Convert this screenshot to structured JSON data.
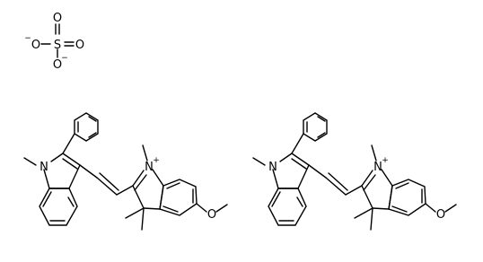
{
  "diagram": {
    "type": "chemical-structure",
    "line_color": "#000000",
    "background": "#ffffff"
  },
  "sulfate": {
    "sulfur": "S",
    "oxygen_top": "O",
    "oxygen_left": "O",
    "oxygen_right": "O",
    "oxygen_bottom": "O",
    "charge_left": "−",
    "charge_bottom": "−"
  },
  "molecules": [
    {
      "indole_n": "N",
      "indolium_n": "N",
      "indolium_charge": "+",
      "methoxy_o": "O"
    },
    {
      "indole_n": "N",
      "indolium_n": "N",
      "indolium_charge": "+",
      "methoxy_o": "O"
    }
  ]
}
